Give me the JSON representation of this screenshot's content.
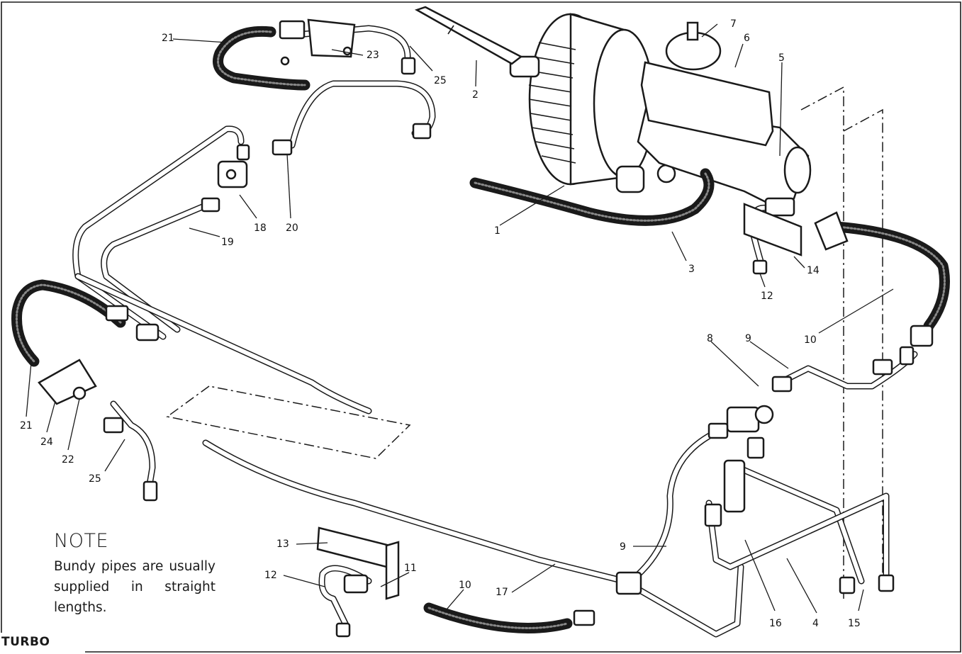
{
  "diagram": {
    "part_numbers": [
      "1",
      "2",
      "3",
      "4",
      "5",
      "6",
      "7",
      "8",
      "9",
      "9",
      "10",
      "10",
      "11",
      "12",
      "12",
      "13",
      "14",
      "15",
      "16",
      "17",
      "18",
      "19",
      "20",
      "21",
      "21",
      "22",
      "23",
      "24",
      "25",
      "25"
    ]
  },
  "note": {
    "title": "NOTE",
    "body": "Bundy pipes are usually supplied in straight lengths."
  },
  "footer": {
    "label": "TURBO"
  }
}
